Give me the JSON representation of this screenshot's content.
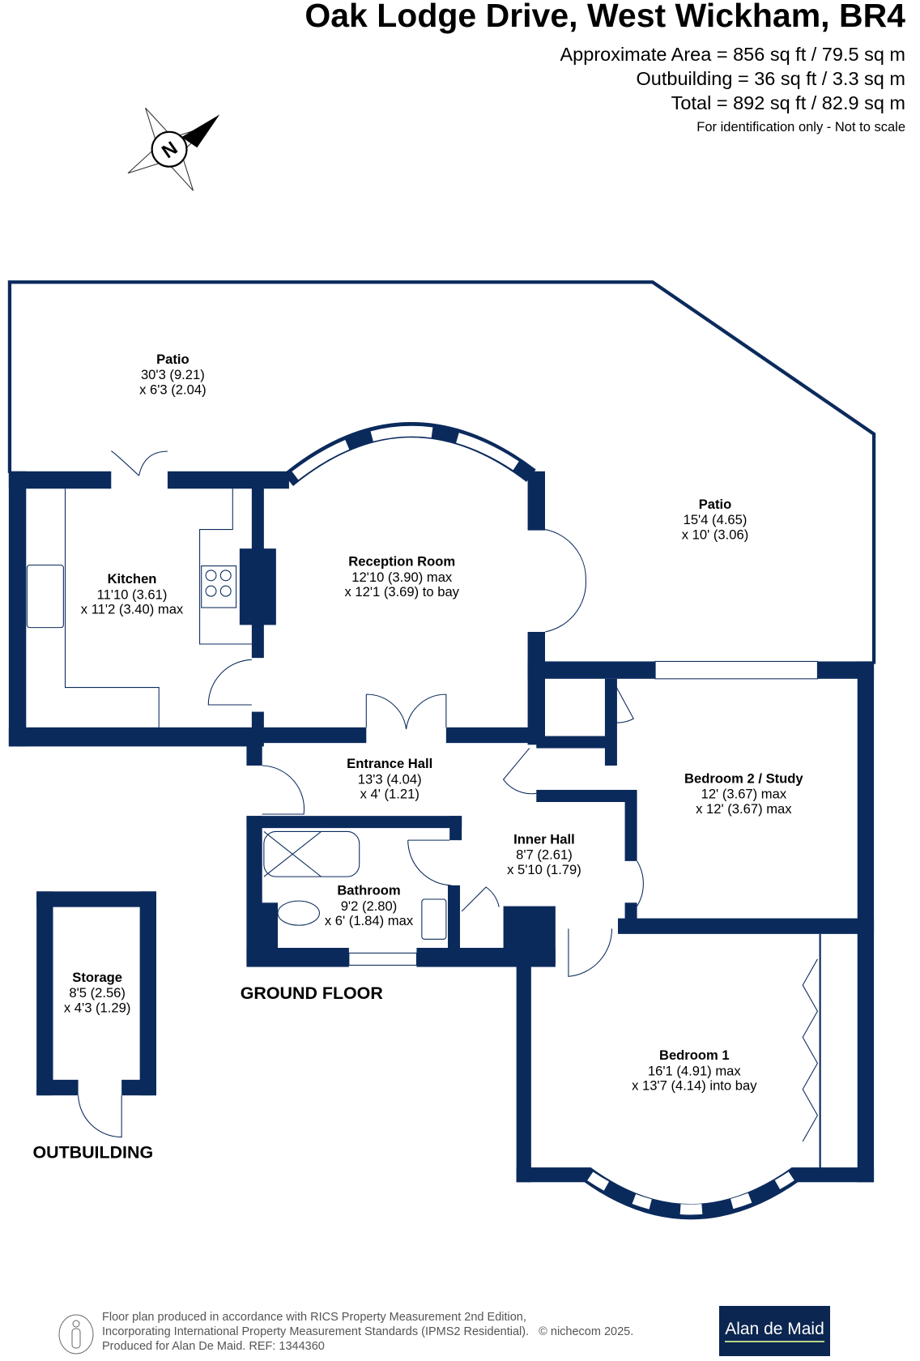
{
  "header": {
    "title": "Oak Lodge Drive, West Wickham, BR4",
    "approx_area": "Approximate Area = 856 sq ft / 79.5 sq m",
    "outbuilding_area": "Outbuilding = 36 sq ft / 3.3 sq m",
    "total_area": "Total = 892 sq ft / 82.9 sq m",
    "note": "For identification only - Not to scale"
  },
  "compass": {
    "label": "N"
  },
  "rooms": [
    {
      "name": "Patio",
      "dim1": "30'3 (9.21)",
      "dim2": "x 6'3 (2.04)"
    },
    {
      "name": "Patio",
      "dim1": "15'4 (4.65)",
      "dim2": "x 10' (3.06)"
    },
    {
      "name": "Kitchen",
      "dim1": "11'10 (3.61)",
      "dim2": "x 11'2 (3.40) max"
    },
    {
      "name": "Reception Room",
      "dim1": "12'10 (3.90) max",
      "dim2": "x 12'1 (3.69) to bay"
    },
    {
      "name": "Entrance Hall",
      "dim1": "13'3 (4.04)",
      "dim2": "x 4' (1.21)"
    },
    {
      "name": "Bedroom 2 / Study",
      "dim1": "12' (3.67) max",
      "dim2": "x 12' (3.67) max"
    },
    {
      "name": "Inner Hall",
      "dim1": "8'7 (2.61)",
      "dim2": "x 5'10 (1.79)"
    },
    {
      "name": "Bathroom",
      "dim1": "9'2 (2.80)",
      "dim2": "x 6' (1.84) max"
    },
    {
      "name": "Bedroom 1",
      "dim1": "16'1 (4.91) max",
      "dim2": "x 13'7 (4.14) into bay"
    },
    {
      "name": "Storage",
      "dim1": "8'5 (2.56)",
      "dim2": "x 4'3 (1.29)"
    }
  ],
  "floors": {
    "ground": "GROUND FLOOR",
    "outbuilding": "OUTBUILDING"
  },
  "footer": {
    "line1": "Floor plan produced in accordance with RICS Property Measurement 2nd Edition,",
    "line2": "Incorporating International Property Measurement Standards (IPMS2 Residential).   © nichecom 2025.",
    "line3": "Produced for Alan De Maid.   REF: 1344360",
    "logo": "Alan de Maid"
  },
  "colors": {
    "wall": "#0b2a5c",
    "logo_bg": "#0b2650",
    "logo_underline": "#b9d48a"
  }
}
